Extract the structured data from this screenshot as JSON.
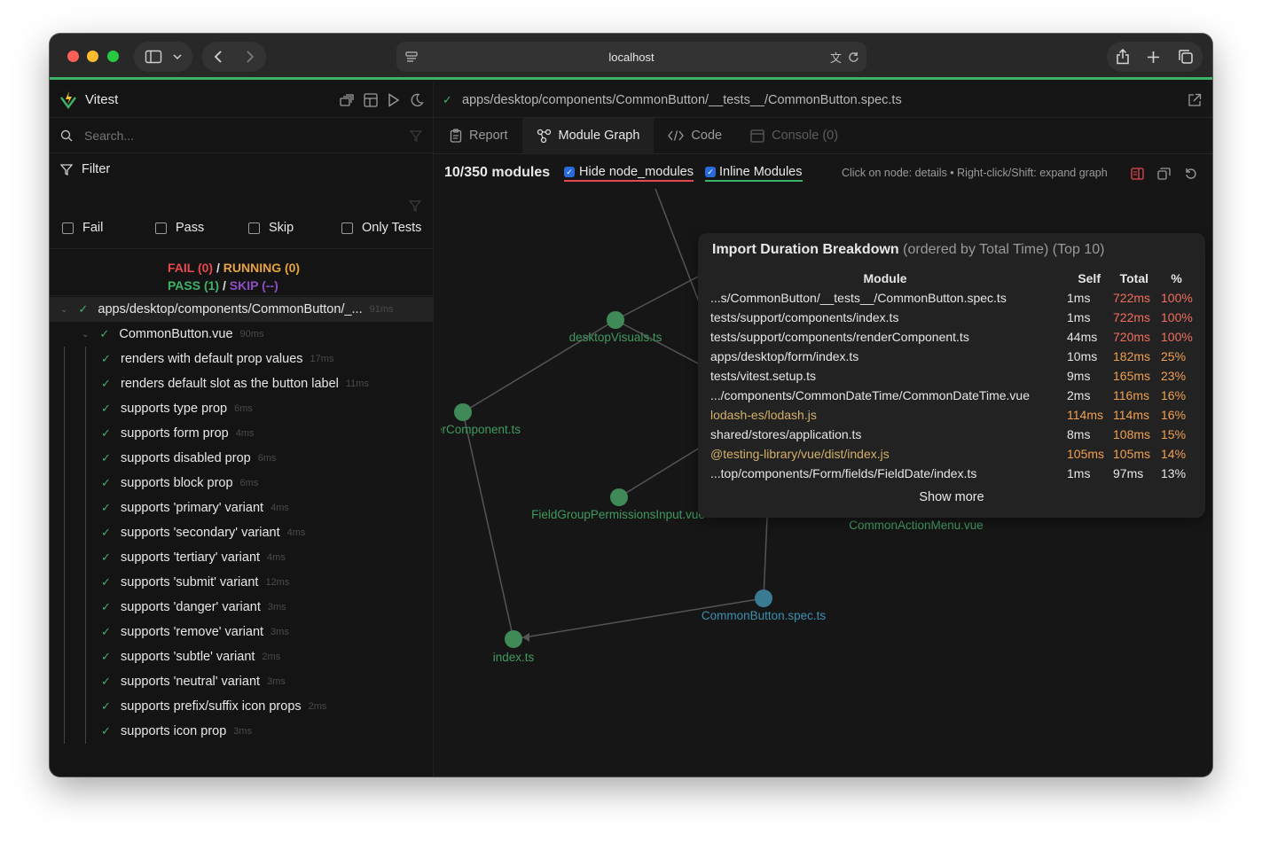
{
  "browser": {
    "address": "localhost"
  },
  "sidebar": {
    "app_title": "Vitest",
    "search_placeholder": "Search...",
    "filter_label": "Filter",
    "filters": [
      "Fail",
      "Pass",
      "Skip",
      "Only Tests"
    ],
    "summary": {
      "fail": "FAIL (0)",
      "sep1": " / ",
      "running": "RUNNING (0)",
      "pass": "PASS (1)",
      "sep2": " / ",
      "skip": "SKIP (--)"
    },
    "file": {
      "label": "apps/desktop/components/CommonButton/_...",
      "duration": "91ms"
    },
    "suite": {
      "label": "CommonButton.vue",
      "duration": "90ms"
    },
    "tests": [
      {
        "label": "renders with default prop values",
        "duration": "17ms"
      },
      {
        "label": "renders default slot as the button label",
        "duration": "11ms"
      },
      {
        "label": "supports type prop",
        "duration": "6ms"
      },
      {
        "label": "supports form prop",
        "duration": "4ms"
      },
      {
        "label": "supports disabled prop",
        "duration": "6ms"
      },
      {
        "label": "supports block prop",
        "duration": "6ms"
      },
      {
        "label": "supports 'primary' variant",
        "duration": "4ms"
      },
      {
        "label": "supports 'secondary' variant",
        "duration": "4ms"
      },
      {
        "label": "supports 'tertiary' variant",
        "duration": "4ms"
      },
      {
        "label": "supports 'submit' variant",
        "duration": "12ms"
      },
      {
        "label": "supports 'danger' variant",
        "duration": "3ms"
      },
      {
        "label": "supports 'remove' variant",
        "duration": "3ms"
      },
      {
        "label": "supports 'subtle' variant",
        "duration": "2ms"
      },
      {
        "label": "supports 'neutral' variant",
        "duration": "3ms"
      },
      {
        "label": "supports prefix/suffix icon props",
        "duration": "2ms"
      },
      {
        "label": "supports icon prop",
        "duration": "3ms"
      }
    ]
  },
  "main": {
    "file_path": "apps/desktop/components/CommonButton/__tests__/CommonButton.spec.ts",
    "tabs": [
      {
        "label": "Report",
        "icon": "clipboard-icon"
      },
      {
        "label": "Module Graph",
        "icon": "graph-icon"
      },
      {
        "label": "Code",
        "icon": "code-icon"
      },
      {
        "label": "Console (0)",
        "icon": "console-icon"
      }
    ],
    "modules_count": "10/350 modules",
    "hide_node_modules": "Hide node_modules",
    "inline_modules": "Inline Modules",
    "hint": "Click on node: details • Right-click/Shift: expand graph",
    "graph_nodes": [
      {
        "label": "desktopVisuals.ts"
      },
      {
        "label": "erComponent.ts"
      },
      {
        "label": "FieldGroupPermissionsInput.vue"
      },
      {
        "label": "CommonActionMenu.vue"
      },
      {
        "label": "CommonButton.spec.ts"
      },
      {
        "label": "index.ts"
      }
    ],
    "breakdown": {
      "title": "Import Duration Breakdown",
      "subtitle": " (ordered by Total Time) (Top 10)",
      "columns": [
        "Module",
        "Self",
        "Total",
        "%"
      ],
      "rows": [
        {
          "module": "...s/CommonButton/__tests__/CommonButton.spec.ts",
          "self": "1ms",
          "total": "722ms",
          "pct": "100%"
        },
        {
          "module": "tests/support/components/index.ts",
          "self": "1ms",
          "total": "722ms",
          "pct": "100%"
        },
        {
          "module": "tests/support/components/renderComponent.ts",
          "self": "44ms",
          "total": "720ms",
          "pct": "100%"
        },
        {
          "module": "apps/desktop/form/index.ts",
          "self": "10ms",
          "total": "182ms",
          "pct": "25%"
        },
        {
          "module": "tests/vitest.setup.ts",
          "self": "9ms",
          "total": "165ms",
          "pct": "23%"
        },
        {
          "module": ".../components/CommonDateTime/CommonDateTime.vue",
          "self": "2ms",
          "total": "116ms",
          "pct": "16%"
        },
        {
          "module": "lodash-es/lodash.js",
          "self": "114ms",
          "total": "114ms",
          "pct": "16%"
        },
        {
          "module": "shared/stores/application.ts",
          "self": "8ms",
          "total": "108ms",
          "pct": "15%"
        },
        {
          "module": "@testing-library/vue/dist/index.js",
          "self": "105ms",
          "total": "105ms",
          "pct": "14%"
        },
        {
          "module": "...top/components/Form/fields/FieldDate/index.ts",
          "self": "1ms",
          "total": "97ms",
          "pct": "13%"
        }
      ],
      "show_more": "Show more"
    }
  },
  "colors": {
    "accent_green": "#3db36a",
    "fail": "#e5484d",
    "running": "#e8a33d",
    "pass": "#3db36a",
    "skip": "#8e4ec6"
  }
}
